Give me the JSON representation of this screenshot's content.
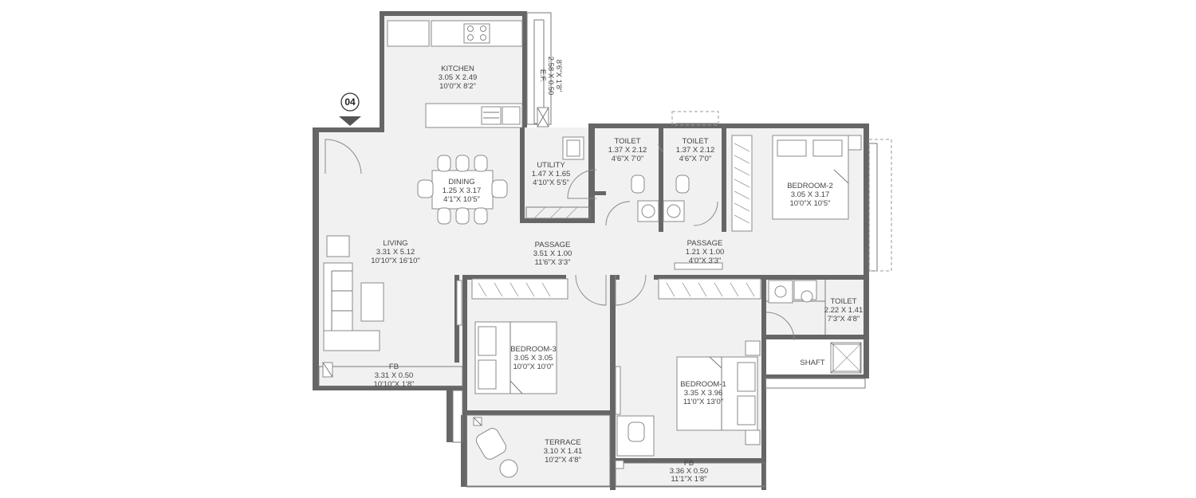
{
  "unit_tag": "04",
  "rooms": {
    "kitchen": {
      "name": "KITCHEN",
      "metric": "3.05 X 2.49",
      "imperial": "10'0\"X 8'2\""
    },
    "ef": {
      "name": "E.F.",
      "metric": "2.58 X 0.50",
      "imperial": "8'6\"X 1'8\""
    },
    "dining": {
      "name": "DINING",
      "metric": "1.25 X 3.17",
      "imperial": "4'1\"X 10'5\""
    },
    "utility": {
      "name": "UTILITY",
      "metric": "1.47 X 1.65",
      "imperial": "4'10\"X 5'5\""
    },
    "toilet_1": {
      "name": "TOILET",
      "metric": "1.37 X 2.12",
      "imperial": "4'6\"X 7'0\""
    },
    "toilet_2": {
      "name": "TOILET",
      "metric": "1.37 X 2.12",
      "imperial": "4'6\"X 7'0\""
    },
    "bedroom_2": {
      "name": "BEDROOM-2",
      "metric": "3.05 X 3.17",
      "imperial": "10'0\"X 10'5\""
    },
    "living": {
      "name": "LIVING",
      "metric": "3.31 X 5.12",
      "imperial": "10'10\"X 16'10\""
    },
    "passage_1": {
      "name": "PASSAGE",
      "metric": "3.51 X 1.00",
      "imperial": "11'6\"X 3'3\""
    },
    "passage_2": {
      "name": "PASSAGE",
      "metric": "1.21 X 1.00",
      "imperial": "4'0\"X 3'3\""
    },
    "toilet_3": {
      "name": "TOILET",
      "metric": "2.22 X 1.41",
      "imperial": "7'3\"X 4'8\""
    },
    "bedroom_3": {
      "name": "BEDROOM-3",
      "metric": "3.05 X 3.05",
      "imperial": "10'0\"X 10'0\""
    },
    "bedroom_1": {
      "name": "BEDROOM-1",
      "metric": "3.35 X 3.96",
      "imperial": "11'0\"X 13'0\""
    },
    "shaft": {
      "name": "SHAFT"
    },
    "fb_1": {
      "name": "FB",
      "metric": "3.31 X 0.50",
      "imperial": "10'10\"X 1'8\""
    },
    "terrace": {
      "name": "TERRACE",
      "metric": "3.10 X 1.41",
      "imperial": "10'2\"X 4'8\""
    },
    "fb_2": {
      "name": "FB",
      "metric": "3.36 X 0.50",
      "imperial": "11'1\"X 1'8\""
    }
  }
}
